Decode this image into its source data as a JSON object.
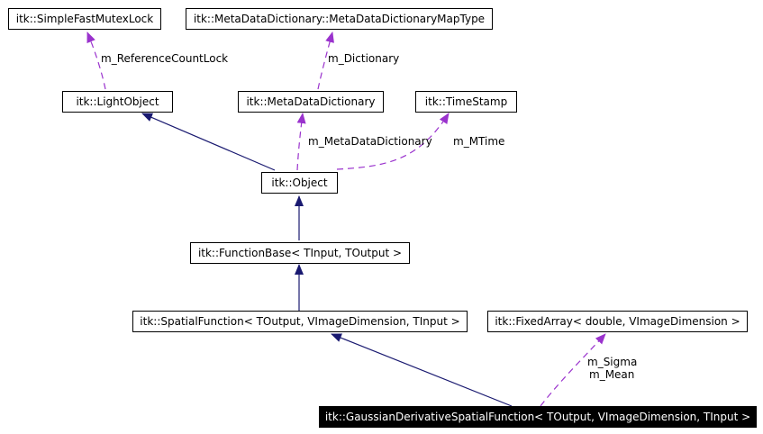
{
  "colors": {
    "inheritance": "#191970",
    "member": "#9a32cd",
    "highlight_bg": "#000000",
    "highlight_text": "#ffffff"
  },
  "nodes": {
    "simple_fast_mutex_lock": "itk::SimpleFastMutexLock",
    "meta_data_dictionary_map_type": "itk::MetaDataDictionary::MetaDataDictionaryMapType",
    "light_object": "itk::LightObject",
    "meta_data_dictionary": "itk::MetaDataDictionary",
    "time_stamp": "itk::TimeStamp",
    "object": "itk::Object",
    "function_base": "itk::FunctionBase< TInput, TOutput >",
    "spatial_function": "itk::SpatialFunction< TOutput, VImageDimension, TInput >",
    "fixed_array": "itk::FixedArray< double, VImageDimension >",
    "gaussian_derivative_spatial_function": "itk::GaussianDerivativeSpatialFunction< TOutput, VImageDimension, TInput >"
  },
  "edge_labels": {
    "reference_count_lock": "m_ReferenceCountLock",
    "dictionary": "m_Dictionary",
    "meta_data_dictionary": "m_MetaDataDictionary",
    "mtime": "m_MTime",
    "sigma": "m_Sigma",
    "mean": "m_Mean"
  }
}
